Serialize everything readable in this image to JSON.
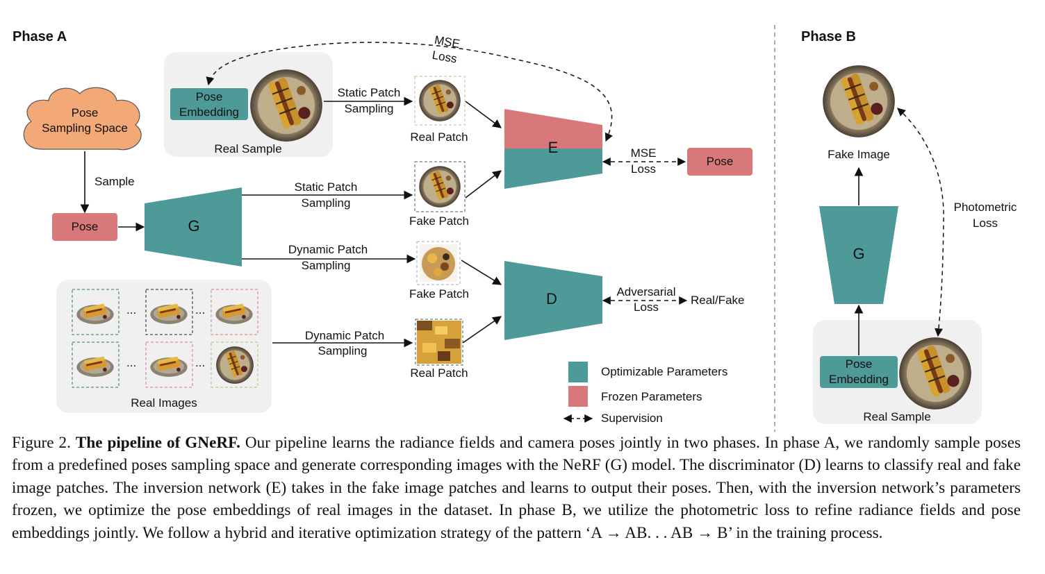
{
  "colors": {
    "optimizable": "#4e9a98",
    "frozen": "#d9787a",
    "cloud": "#f2a877",
    "panel": "#f0f0f0"
  },
  "phase_a": {
    "title": "Phase A",
    "cloud": [
      "Pose",
      "Sampling Space"
    ],
    "sample_label": "Sample",
    "pose_label": "Pose",
    "generator_label": "G",
    "pose_embedding": [
      "Pose",
      "Embedding"
    ],
    "real_sample_label": "Real Sample",
    "mse_top": [
      "MSE",
      "Loss"
    ],
    "static_top": [
      "Static Patch",
      "Sampling"
    ],
    "static_mid": [
      "Static Patch",
      "Sampling"
    ],
    "dynamic_mid": [
      "Dynamic Patch",
      "Sampling"
    ],
    "dynamic_bottom": [
      "Dynamic Patch",
      "Sampling"
    ],
    "real_patch_top": "Real Patch",
    "fake_patch_1": "Fake Patch",
    "fake_patch_2": "Fake Patch",
    "real_patch_bottom": "Real Patch",
    "encoder_label": "E",
    "discriminator_label": "D",
    "mse_right": [
      "MSE",
      "Loss"
    ],
    "pose_right_label": "Pose",
    "adversarial": [
      "Adversarial",
      "Loss"
    ],
    "real_fake_label": "Real/Fake",
    "real_images_label": "Real Images",
    "ellipsis": "..."
  },
  "legend": {
    "optimizable": "Optimizable Parameters",
    "frozen": "Frozen Parameters",
    "supervision": "Supervision"
  },
  "phase_b": {
    "title": "Phase B",
    "fake_image_label": "Fake Image",
    "generator_label": "G",
    "pose_embedding": [
      "Pose",
      "Embedding"
    ],
    "real_sample_label": "Real Sample",
    "photometric": [
      "Photometric",
      "Loss"
    ]
  },
  "caption": {
    "figure_label": "Figure 2.",
    "title": "The pipeline of GNeRF.",
    "body": "Our pipeline learns the radiance fields and camera poses jointly in two phases. In phase A, we randomly sample poses from a predefined poses sampling space and generate corresponding images with the NeRF (G) model. The discriminator (D) learns to classify real and fake image patches. The inversion network (E) takes in the fake image patches and learns to output their poses. Then, with the inversion network’s parameters frozen, we optimize the pose embeddings of real images in the dataset. In phase B, we utilize the photometric loss to refine radiance fields and pose embeddings jointly. We follow a hybrid and iterative optimization strategy of the pattern ‘A → AB. . . AB → B’ in the training process."
  }
}
